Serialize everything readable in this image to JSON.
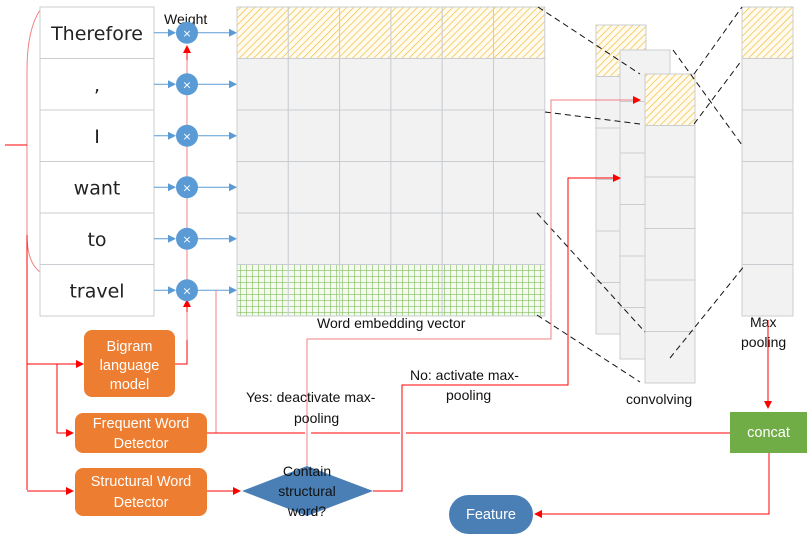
{
  "title": "Structural-word-aware CNN feature extraction pipeline",
  "words": [
    "Therefore",
    ",",
    "I",
    "want",
    "to",
    "travel"
  ],
  "labels": {
    "weight": "Weight",
    "embedding": "Word embedding vector",
    "convolving": "convolving",
    "max_pooling_line1": "Max",
    "max_pooling_line2": "pooling",
    "yes_line1": "Yes: deactivate max-",
    "yes_line2": "pooling",
    "no_line1": "No: activate max-",
    "no_line2": "pooling"
  },
  "nodes": {
    "bigram": [
      "Bigram",
      "language",
      "model"
    ],
    "frequent": [
      "Frequent Word",
      "Detector"
    ],
    "structural": [
      "Structural Word",
      "Detector"
    ],
    "decision": [
      "Contain",
      "structural",
      "word?"
    ],
    "concat": "concat",
    "feature": "Feature"
  },
  "multiply_symbol": "×",
  "embedding_columns": 6,
  "conv_filters": 3,
  "pooled_cells": 6,
  "colors": {
    "orange": "#ED7D31",
    "blue_node": "#5B9BD5",
    "diamond": "#4A7FB5",
    "feature": "#4A7FB5",
    "green": "#70AD47",
    "red_line": "#FF0000",
    "highlight_hatch": "#F5C342",
    "cell_fill": "#F2F2F2",
    "cell_border": "#C9CDD2"
  }
}
